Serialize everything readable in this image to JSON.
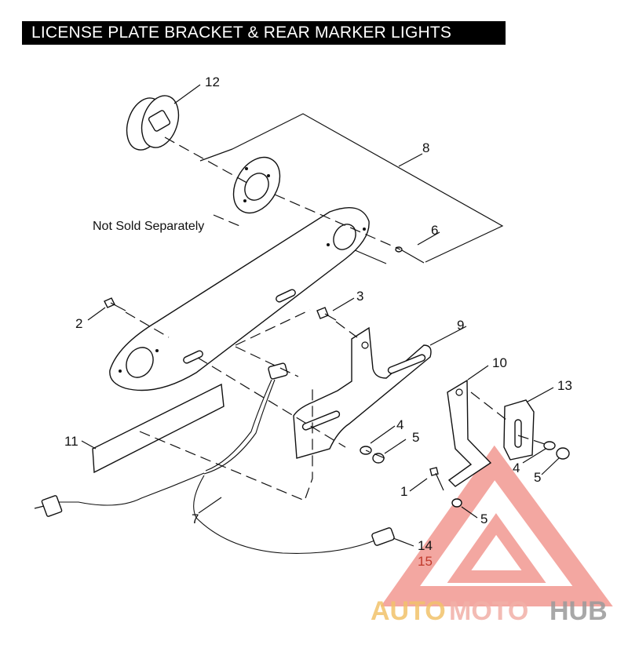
{
  "title": "LICENSE PLATE BRACKET & REAR MARKER LIGHTS",
  "note": "Not Sold Separately",
  "callouts": {
    "c1": "1",
    "c2": "2",
    "c3": "3",
    "c4a": "4",
    "c4b": "4",
    "c5a": "5",
    "c5b": "5",
    "c5c": "5",
    "c6": "6",
    "c7": "7",
    "c8": "8",
    "c9": "9",
    "c10": "10",
    "c11": "11",
    "c12": "12",
    "c13": "13",
    "c14": "14",
    "c15": "15"
  },
  "watermark": {
    "text_a": "AUTO",
    "text_b": "MOTO",
    "text_c": "HUB",
    "color_a": "#f2c26b",
    "color_b": "#f2b0a8",
    "color_c": "#9a9a9a",
    "mark_color": "#f08a82"
  }
}
